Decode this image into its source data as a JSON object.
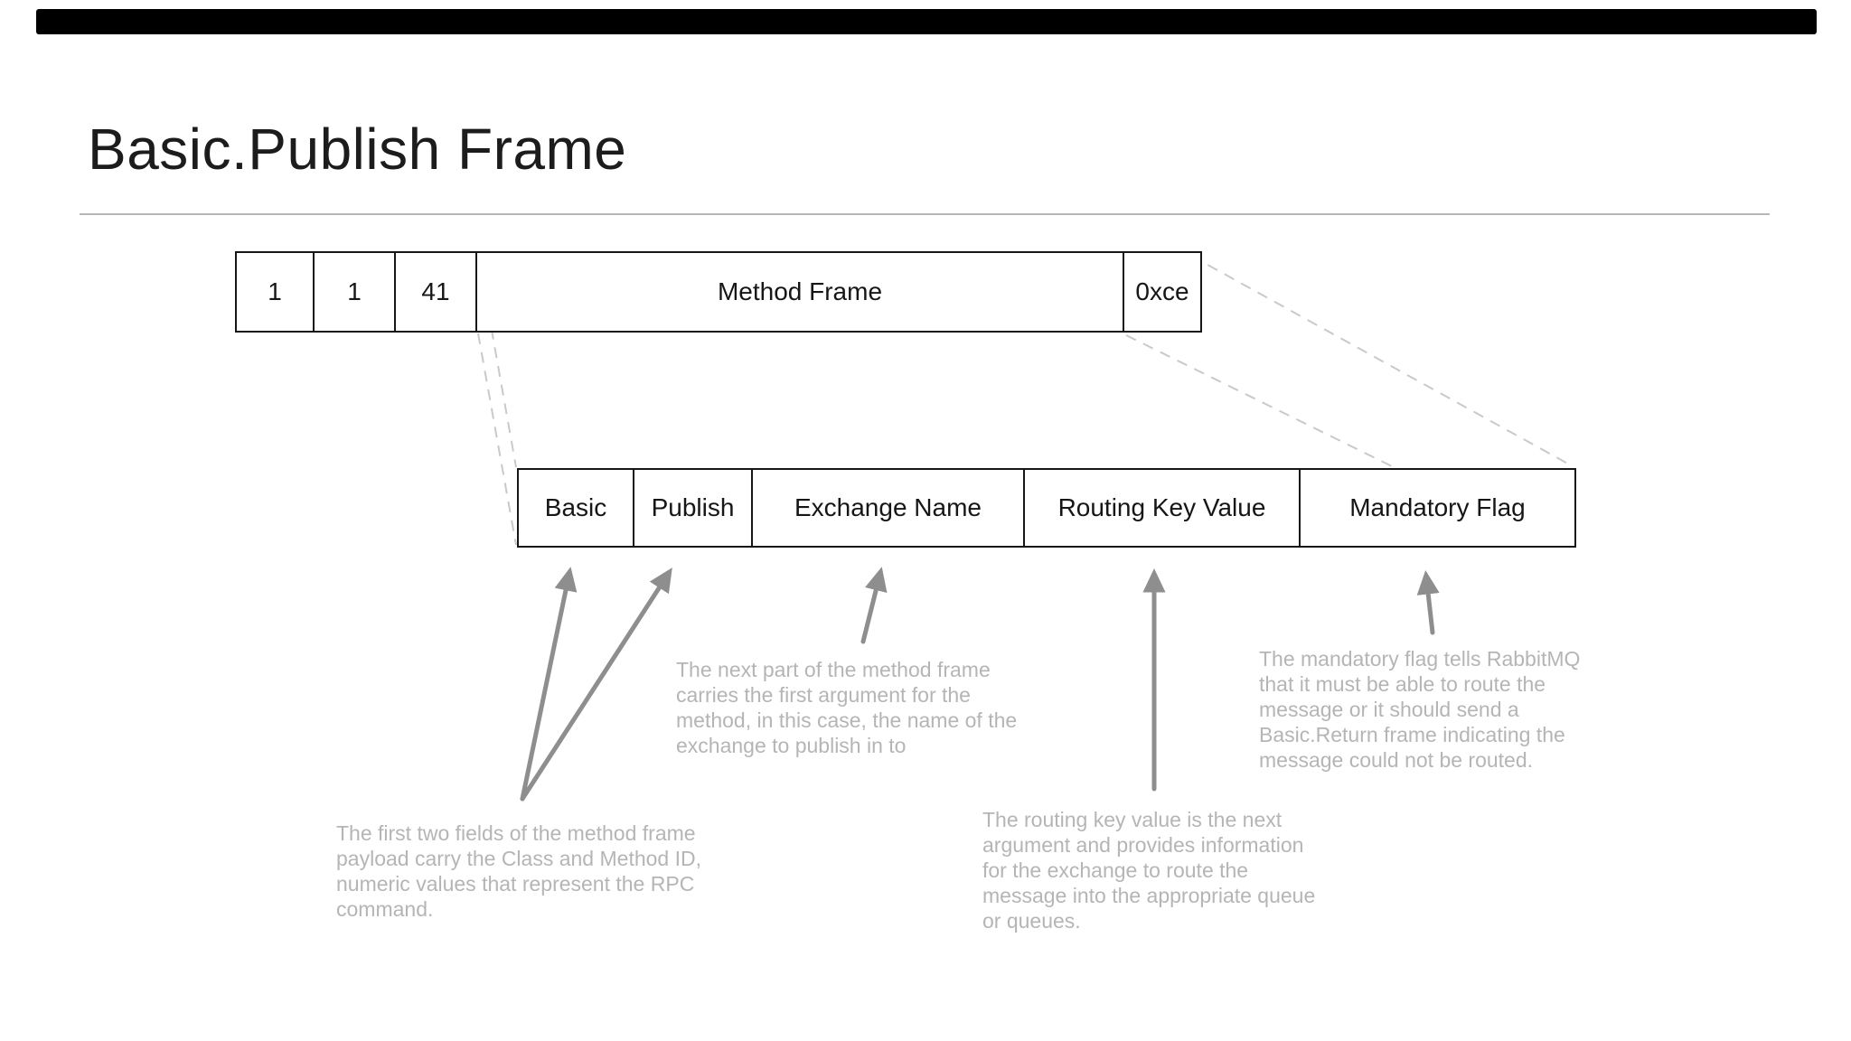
{
  "slide": {
    "title": "Basic.Publish Frame"
  },
  "frame_diagram": {
    "top_row": {
      "cells": [
        {
          "label": "1"
        },
        {
          "label": "1"
        },
        {
          "label": "41"
        },
        {
          "label": "Method Frame"
        },
        {
          "label": "0xce"
        }
      ]
    },
    "expanded_row": {
      "cells": [
        {
          "label": "Basic"
        },
        {
          "label": "Publish"
        },
        {
          "label": "Exchange Name"
        },
        {
          "label": "Routing Key Value"
        },
        {
          "label": "Mandatory Flag"
        }
      ]
    },
    "notes": {
      "class_method": "The first two fields of the method frame\npayload carry the Class and Method ID,\nnumeric values that represent the RPC\ncommand.",
      "exchange": "The next part of the method frame\ncarries the first argument for the\nmethod, in this case, the name of the\nexchange to publish in to",
      "routing": "The routing key value is the next\nargument and provides information\nfor the exchange to route the\nmessage into the appropriate queue\nor queues.",
      "mandatory": "The mandatory flag tells RabbitMQ\nthat it must be able to route the\nmessage or it should send a\nBasic.Return frame indicating the\nmessage could not be routed."
    },
    "colors": {
      "border": "#161616",
      "arrow": "#8e8e8e",
      "note_text": "#b5b5b5",
      "dashed_line": "#c9c9c9",
      "top_bar": "#000000"
    }
  }
}
